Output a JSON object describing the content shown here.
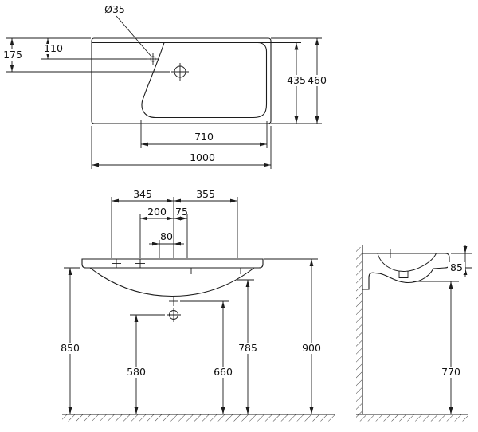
{
  "drawing": {
    "labels": {
      "hole_diameter": "Ø35"
    },
    "top_view": {
      "hole_back_offset_2": "175",
      "hole_back_offset_1": "110",
      "inner_depth": "435",
      "overall_depth": "460",
      "basin_width": "710",
      "overall_width": "1000"
    },
    "front_view": {
      "span_left": "345",
      "span_right": "355",
      "offset_left": "200",
      "offset_right": "75",
      "drain_offset": "80",
      "height_apron": "850",
      "height_drain": "580",
      "height_overflow": "660",
      "height_bowl": "785",
      "height_overall": "900"
    },
    "side_view": {
      "lip_height": "85",
      "mount_height": "770"
    },
    "colors": {
      "line": "#1c1c1c",
      "background": "#ffffff"
    }
  }
}
